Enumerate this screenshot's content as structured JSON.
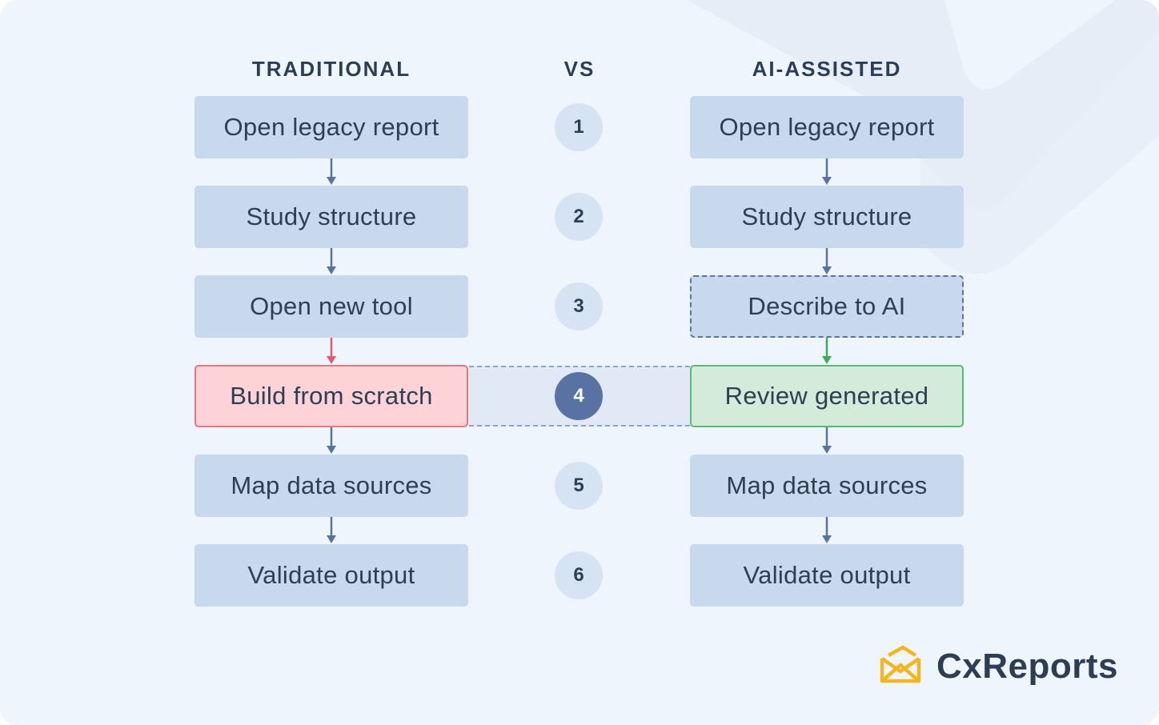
{
  "headers": {
    "left": "TRADITIONAL",
    "middle": "VS",
    "right": "AI-ASSISTED"
  },
  "traditional_steps": [
    "Open legacy report",
    "Study structure",
    "Open new tool",
    "Build from scratch",
    "Map data sources",
    "Validate output"
  ],
  "ai_steps": [
    "Open legacy report",
    "Study structure",
    "Describe to AI",
    "Review generated",
    "Map data sources",
    "Validate output"
  ],
  "step_numbers": [
    "1",
    "2",
    "3",
    "4",
    "5",
    "6"
  ],
  "highlighted_step": "4",
  "colors": {
    "background": "#eff5fd",
    "box": "#c8d8ed",
    "text": "#2e3f55",
    "arrow": "#5872a4",
    "red_fill": "#fdd3d7",
    "red_border": "#ec7580",
    "green_fill": "#d2ecd9",
    "green_border": "#5cb877",
    "active_circle": "#5872a4",
    "logo_accent": "#f2b61f"
  },
  "brand": {
    "name": "CxReports",
    "icon": "envelope-icon"
  }
}
